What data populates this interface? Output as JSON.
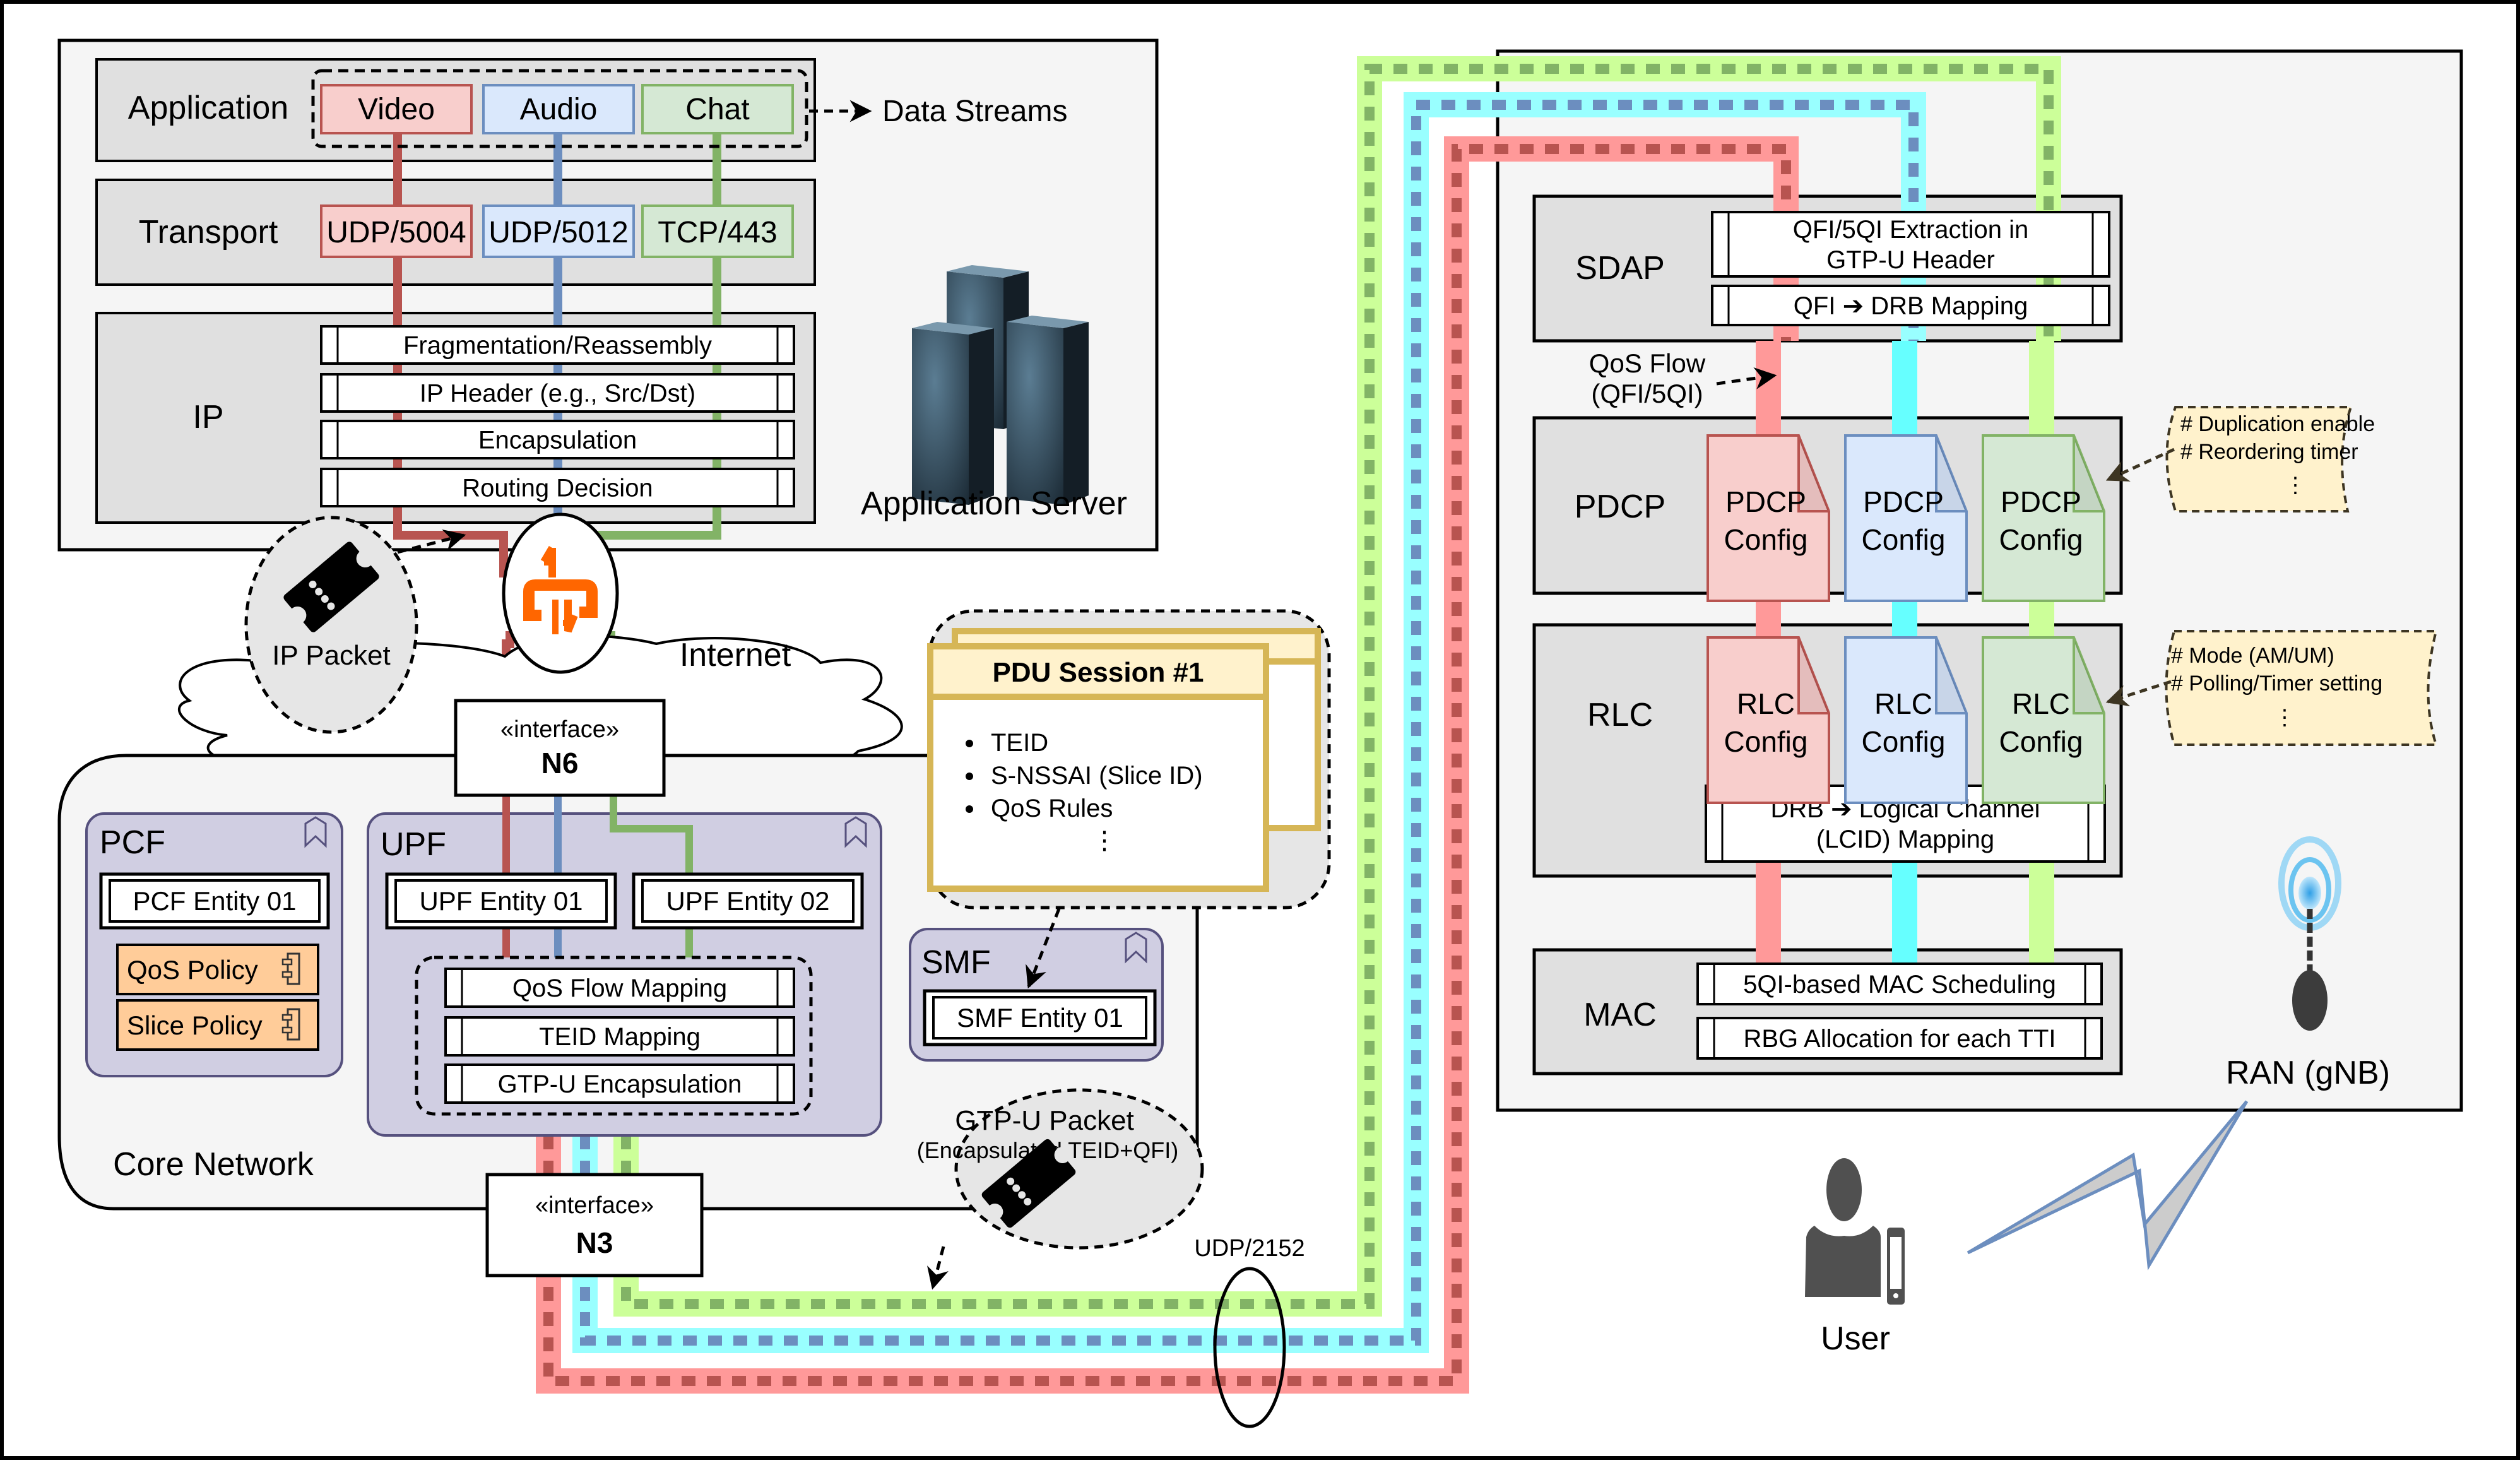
{
  "colors": {
    "video_fill": "#f8cecc",
    "video_stroke": "#b85450",
    "audio_fill": "#dae8fc",
    "audio_stroke": "#6c8ebf",
    "chat_fill": "#d5e8d4",
    "chat_stroke": "#82b366",
    "tunnel_red": "#ff9999",
    "tunnel_cyan": "#99ffff",
    "tunnel_green": "#ccff99",
    "lane_red": "#ff9999",
    "lane_cyan": "#66ffff",
    "lane_green": "#ccff99",
    "nf_fill": "#d0cee2",
    "nf_stroke": "#56517e",
    "policy_fill": "#ffcc99",
    "pdu_fill": "#fff2cc",
    "pdu_stroke": "#d6b656",
    "router_orange": "#ff6600",
    "layer_gray": "#e0e0e0",
    "panel_gray": "#f5f5f5"
  },
  "app_server": {
    "label": "Application Server",
    "application": {
      "label": "Application",
      "streams": [
        "Video",
        "Audio",
        "Chat"
      ],
      "streams_annotation": "Data Streams"
    },
    "transport": {
      "label": "Transport",
      "ports": [
        "UDP/5004",
        "UDP/5012",
        "TCP/443"
      ]
    },
    "ip": {
      "label": "IP",
      "functions": [
        "Fragmentation/Reassembly",
        "IP Header (e.g., Src/Dst)",
        "Encapsulation",
        "Routing Decision"
      ]
    }
  },
  "internet": {
    "label": "Internet",
    "packet_label": "IP Packet",
    "router_icon": "router-icon",
    "ticket_icon": "packet-ticket-icon"
  },
  "interfaces": {
    "n6": {
      "stereotype": "«interface»",
      "name": "N6"
    },
    "n3": {
      "stereotype": "«interface»",
      "name": "N3"
    }
  },
  "core_network": {
    "label": "Core Network",
    "pcf": {
      "label": "PCF",
      "entity": "PCF Entity 01",
      "policies": [
        "QoS Policy",
        "Slice Policy"
      ]
    },
    "upf": {
      "label": "UPF",
      "entities": [
        "UPF Entity 01",
        "UPF Entity 02"
      ],
      "functions": [
        "QoS Flow Mapping",
        "TEID Mapping",
        "GTP-U Encapsulation"
      ]
    },
    "smf": {
      "label": "SMF",
      "entity": "SMF Entity 01"
    },
    "pdu_session": {
      "title": "PDU Session #1",
      "items": [
        "TEID",
        "S-NSSAI (Slice ID)",
        "QoS Rules"
      ],
      "more": "⋮"
    }
  },
  "gtpu_packet": {
    "title": "GTP-U Packet",
    "subtitle": "(Encapsulated TEID+QFI)"
  },
  "udp_label": "UDP/2152",
  "ran": {
    "label": "RAN (gNB)",
    "sdap": {
      "label": "SDAP",
      "functions": [
        [
          "QFI/5QI Extraction in",
          "GTP-U Header"
        ],
        [
          "QFI ➔ DRB Mapping"
        ]
      ]
    },
    "qos_flow_label": [
      "QoS Flow",
      "(QFI/5QI)"
    ],
    "pdcp": {
      "label": "PDCP",
      "configs": [
        [
          "PDCP",
          "Config"
        ],
        [
          "PDCP",
          "Config"
        ],
        [
          "PDCP",
          "Config"
        ]
      ],
      "note": [
        "# Duplication enable",
        "# Reordering timer",
        "⋮"
      ]
    },
    "rlc": {
      "label": "RLC",
      "configs": [
        [
          "RLC",
          "Config"
        ],
        [
          "RLC",
          "Config"
        ],
        [
          "RLC",
          "Config"
        ]
      ],
      "mapping": [
        "DRB ➔ Logical Channel",
        "(LCID) Mapping"
      ],
      "note": [
        "# Mode (AM/UM)",
        "# Polling/Timer setting",
        "⋮"
      ]
    },
    "mac": {
      "label": "MAC",
      "functions": [
        "5QI-based MAC Scheduling",
        "RBG Allocation for each TTI"
      ]
    }
  },
  "user": {
    "label": "User"
  }
}
